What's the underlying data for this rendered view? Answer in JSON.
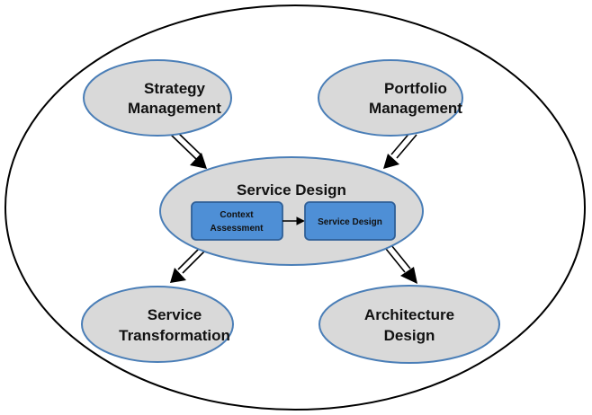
{
  "colors": {
    "node_fill": "#d9d9d9",
    "node_stroke": "#4a7eb7",
    "box_fill": "#4e8fd6",
    "box_stroke": "#2f5f97",
    "outer_stroke": "#000000",
    "arrow": "#000000"
  },
  "nodes": {
    "strategy": {
      "line1": "Strategy",
      "line2": "Management"
    },
    "portfolio": {
      "line1": "Portfolio",
      "line2": "Management"
    },
    "transformation": {
      "line1": "Service",
      "line2": "Transformation"
    },
    "architecture": {
      "line1": "Architecture",
      "line2": "Design"
    }
  },
  "center": {
    "title": "Service Design",
    "box_left": {
      "line1": "Context",
      "line2": "Assessment"
    },
    "box_right": {
      "label": "Service Design"
    }
  }
}
